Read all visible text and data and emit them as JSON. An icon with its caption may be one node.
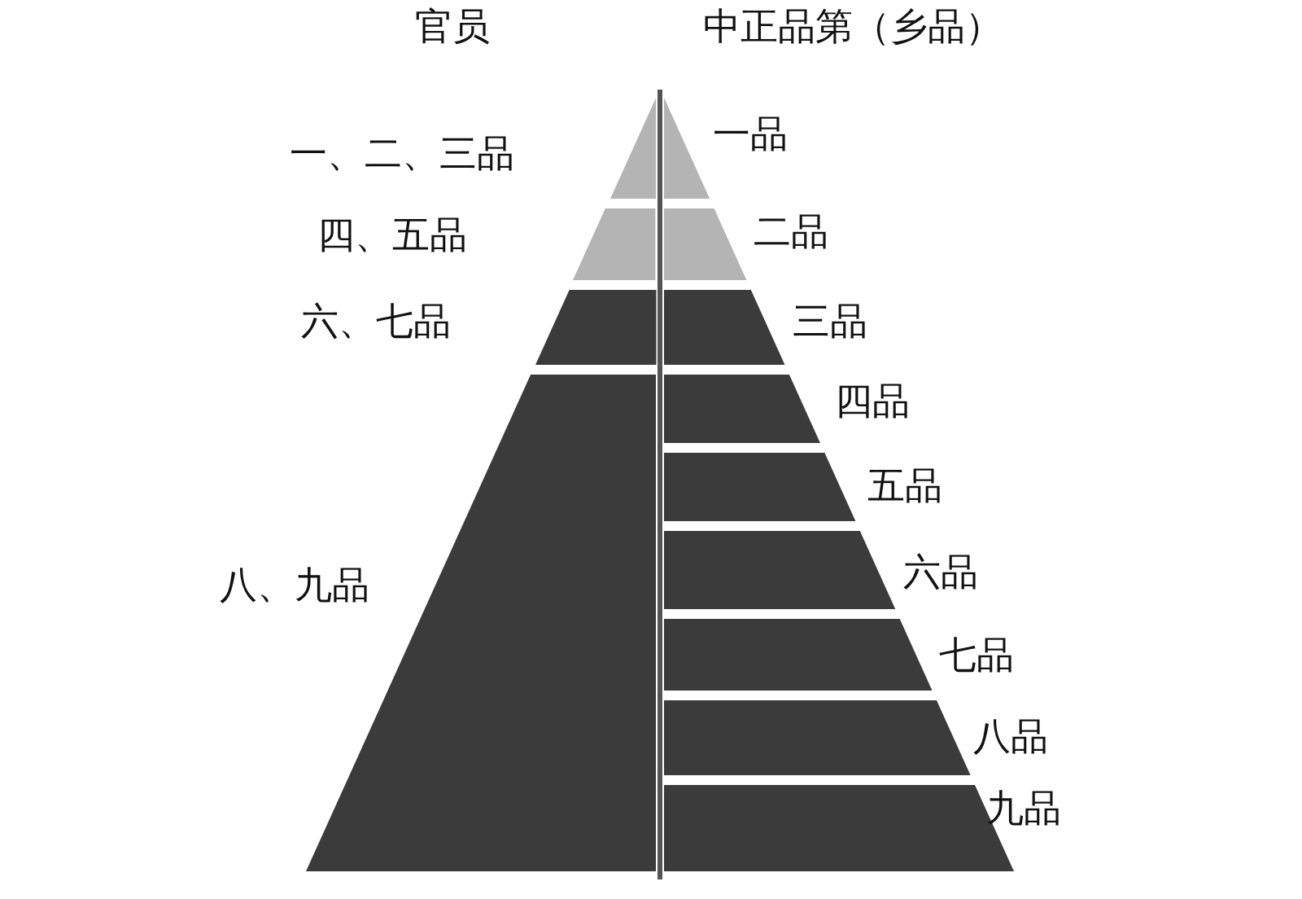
{
  "diagram": {
    "nodes": [
      {
        "text": [
          "一、二、三品"
        ]
      },
      {
        "text": [
          "四、五品"
        ]
      },
      {
        "text": [
          "六、七品"
        ]
      },
      {
        "text": [
          "八、九品"
        ]
      },
      {
        "text": [
          "一品"
        ]
      },
      {
        "text": [
          "二品"
        ]
      },
      {
        "text": [
          "三品"
        ]
      },
      {
        "text": [
          "四品"
        ]
      },
      {
        "text": [
          "五品"
        ]
      },
      {
        "text": [
          "六品"
        ]
      },
      {
        "text": [
          "七品"
        ]
      },
      {
        "text": [
          "八品"
        ]
      },
      {
        "text": [
          "九品"
        ]
      }
    ],
    "labels": [
      "官员",
      "中正品第（乡品）"
    ]
  }
}
